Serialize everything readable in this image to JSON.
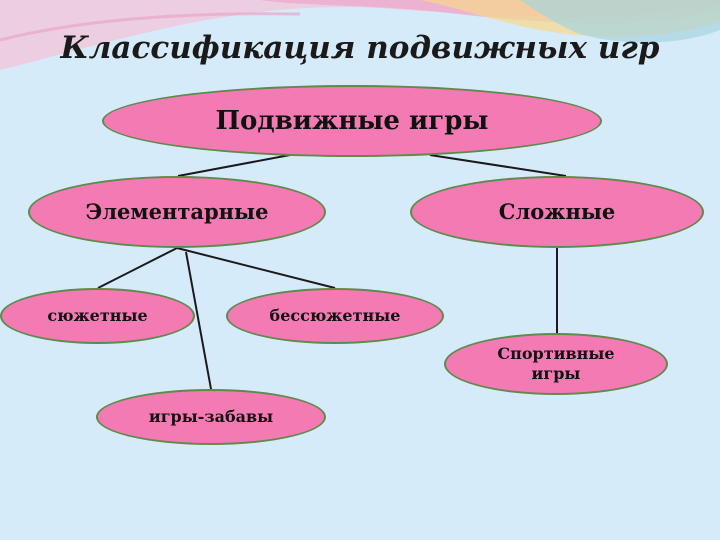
{
  "title": "Классификация подвижных игр",
  "colors": {
    "node_fill": "#f47ab4",
    "node_border": "#5f8a4c",
    "edge": "#1a1a1a",
    "background": "#d6ebfa"
  },
  "nodes": {
    "root": "Подвижные игры",
    "elementary": "Элементарные",
    "complex": "Сложные",
    "plot": "сюжетные",
    "plotless": "бессюжетные",
    "fun_games": "игры-забавы",
    "sport_games": "Спортивные игры"
  }
}
